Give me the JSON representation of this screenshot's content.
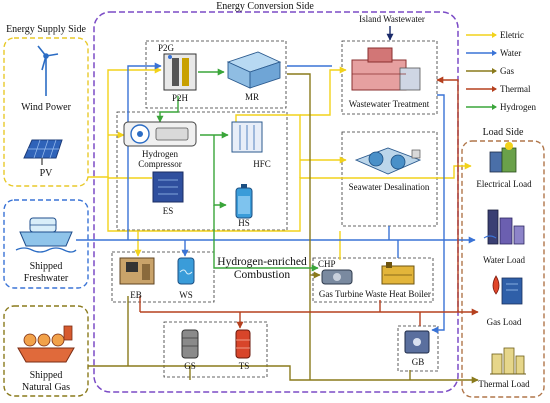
{
  "sections": {
    "supply": "Energy Supply Side",
    "conversion": "Energy Conversion Side",
    "load": "Load Side"
  },
  "supply": {
    "wind": "Wind Power",
    "pv": "PV",
    "freshwater_line1": "Shipped",
    "freshwater_line2": "Freshwater",
    "natgas_line1": "Shipped",
    "natgas_line2": "Natural Gas"
  },
  "conversion": {
    "p2g": "P2G",
    "p2h": "P2H",
    "mr": "MR",
    "compressor_line1": "Hydrogen",
    "compressor_line2": "Compressor",
    "hfc": "HFC",
    "es": "ES",
    "hs": "HS",
    "island_wastewater": "Island Wastewater",
    "wastewater_treatment": "Wastewater Treatment",
    "seawater_desalination": "Seawater Desalination",
    "eb": "EB",
    "ws": "WS",
    "hec_line1": "Hydrogen-enriched",
    "hec_line2": "Combustion",
    "chp": "CHP",
    "gas_turbine": "Gas Turbine",
    "waste_heat_boiler": "Waste Heat Boiler",
    "gs": "GS",
    "ts": "TS",
    "gb": "GB"
  },
  "loads": {
    "electrical": "Electrical Load",
    "water": "Water Load",
    "gas": "Gas Load",
    "thermal": "Thermal Load"
  },
  "legend": [
    {
      "label": "Eletric",
      "color": "#f2d21b"
    },
    {
      "label": "Water",
      "color": "#3a73d6"
    },
    {
      "label": "Gas",
      "color": "#8a7a1c"
    },
    {
      "label": "Thermal",
      "color": "#b5401f"
    },
    {
      "label": "Hydrogen",
      "color": "#3aa53a"
    }
  ],
  "colors": {
    "electric": "#f2d21b",
    "water": "#3a73d6",
    "gas": "#8a7a1c",
    "thermal": "#b5401f",
    "hydrogen": "#3aa53a",
    "supply_border": "#e8c92a",
    "conversion_border": "#7b4bc6",
    "load_border": "#b0764a",
    "freshwater_border": "#3a73d6",
    "natgas_border": "#8a7a1c"
  }
}
